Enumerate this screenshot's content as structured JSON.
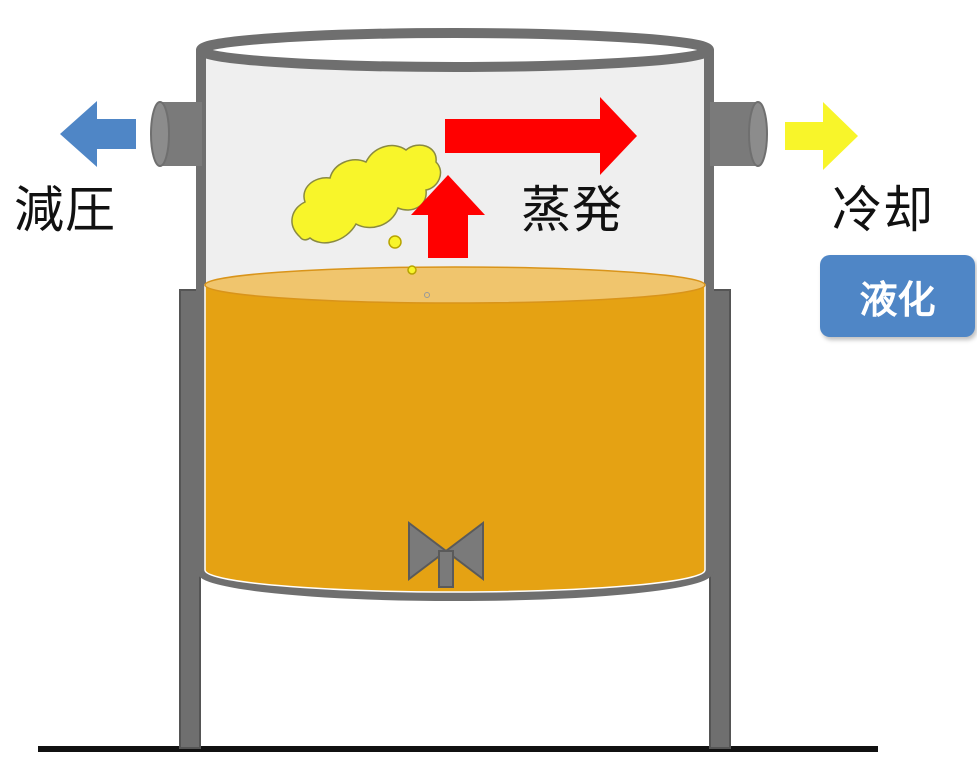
{
  "labels": {
    "vacuum": "減圧",
    "evaporation": "蒸発",
    "cooling": "冷却",
    "liquefaction": "液化"
  },
  "colors": {
    "vessel_outline": "#6f6f6f",
    "vessel_glass": "#efefef",
    "liquid": "#e5a213",
    "liquid_surface": "#f0c56d",
    "vapor_cloud": "#f8f52a",
    "evaporation_arrows": "#ff0000",
    "vacuum_arrow": "#4f86c6",
    "cooling_arrow": "#f8f52a",
    "liquefaction_badge": "#4f86c6",
    "legs": "#6f6f6f",
    "ground": "#111111"
  },
  "icons": [
    "vacuum-arrow-icon",
    "cooling-arrow-icon",
    "evaporation-arrow-icon",
    "rising-arrow-icon",
    "vapor-cloud-icon",
    "valve-icon"
  ]
}
